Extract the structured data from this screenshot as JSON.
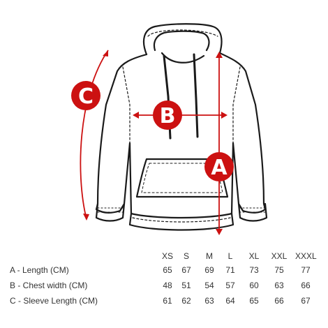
{
  "measurements": {
    "a": {
      "letter": "A"
    },
    "b": {
      "letter": "B"
    },
    "c": {
      "letter": "C"
    }
  },
  "size_table": {
    "headers": [
      "XS",
      "S",
      "M",
      "L",
      "XL",
      "XXL",
      "XXXL"
    ],
    "rows": [
      {
        "label": "A - Length (CM)",
        "values": [
          "65",
          "67",
          "69",
          "71",
          "73",
          "75",
          "77"
        ]
      },
      {
        "label": "B - Chest width (CM)",
        "values": [
          "48",
          "51",
          "54",
          "57",
          "60",
          "63",
          "66"
        ]
      },
      {
        "label": "C - Sleeve Length (CM)",
        "values": [
          "61",
          "62",
          "63",
          "64",
          "65",
          "66",
          "67"
        ]
      }
    ]
  },
  "colors": {
    "accent": "#cc1111",
    "outline": "#1a1a1a",
    "text": "#333333"
  }
}
